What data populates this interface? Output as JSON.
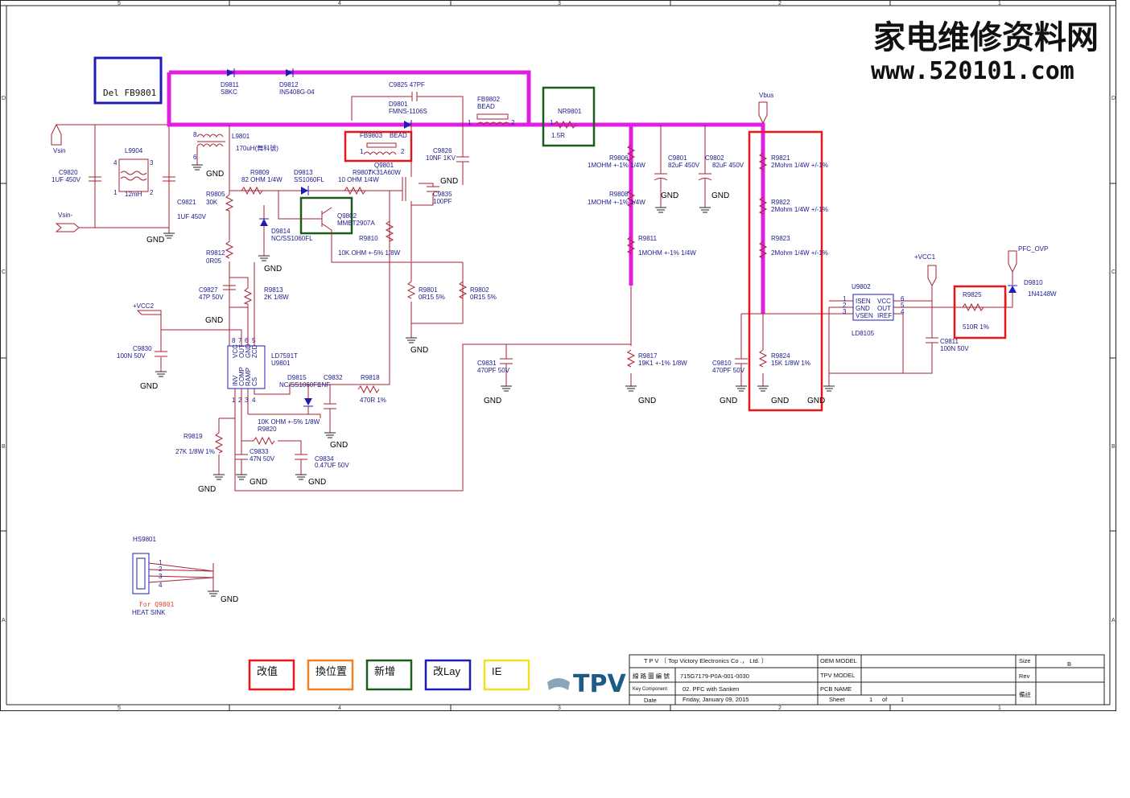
{
  "watermark": {
    "chinese": "家电维修资料网",
    "url": "www.520101.com"
  },
  "frame": {
    "top_columns": [
      "5",
      "4",
      "3",
      "2",
      "1"
    ],
    "side_rows": [
      "D",
      "C",
      "B",
      "A"
    ]
  },
  "annotation": {
    "removed_part": "Del FB9801",
    "heatsink_note": "For Q9801"
  },
  "components": {
    "D9811": {
      "ref": "D9811",
      "value": "S8KC"
    },
    "D9812": {
      "ref": "D9812",
      "value": "IN5408G-04"
    },
    "C9825": {
      "ref": "C9825 47PF"
    },
    "D9801": {
      "ref": "D9801",
      "value": "FMNS-1106S"
    },
    "FB9802": {
      "ref": "FB9802",
      "value": "BEAD"
    },
    "NR9801": {
      "ref": "NR9801",
      "value": "1.5R"
    },
    "FB9803": {
      "ref": "FB9803",
      "value": "BEAD"
    },
    "L9801": {
      "ref": "L9801",
      "value": "170uH(舞科號)"
    },
    "L9904": {
      "ref": "L9904",
      "value": "12mH"
    },
    "C9820": {
      "ref": "C9820",
      "value": "1UF 450V"
    },
    "C9821": {
      "ref": "C9821",
      "value": "1UF 450V"
    },
    "C9826": {
      "ref": "C9826",
      "value": "10NF 1KV"
    },
    "Q9801": {
      "ref": "Q9801",
      "value": "TK31A60W"
    },
    "R9807": {
      "ref": "R9807",
      "value": "10 OHM 1/4W"
    },
    "C9835": {
      "ref": "C9835",
      "value": "100PF"
    },
    "R9809": {
      "ref": "R9809",
      "value": "82 OHM 1/4W"
    },
    "D9813": {
      "ref": "D9813",
      "value": "SS1060FL"
    },
    "R9805": {
      "ref": "R9805",
      "value": "30K"
    },
    "Q9802": {
      "ref": "Q9802",
      "value": "MMBT2907A"
    },
    "D9814": {
      "ref": "D9814",
      "value": "NC/SS1060FL"
    },
    "R9810": {
      "ref": "R9810",
      "value": "10K OHM +-5% 1/8W"
    },
    "R9812": {
      "ref": "R9812",
      "value": "0R05"
    },
    "R9801": {
      "ref": "R9801",
      "value": "0R15 5%"
    },
    "R9802": {
      "ref": "R9802",
      "value": "0R15 5%"
    },
    "C9827": {
      "ref": "C9827",
      "value": "47P 50V"
    },
    "R9813": {
      "ref": "R9813",
      "value": "2K 1/8W"
    },
    "U9801": {
      "ref": "U9801",
      "value": "LD7591T"
    },
    "C9830": {
      "ref": "C9830",
      "value": "100N 50V"
    },
    "D9815": {
      "ref": "D9815",
      "value": "NC/SS1060FL"
    },
    "C9832": {
      "ref": "C9832",
      "value": "1NF"
    },
    "R9818": {
      "ref": "R9818",
      "value": "470R 1%"
    },
    "R9820": {
      "ref": "R9820",
      "value": "10K OHM +-5% 1/8W"
    },
    "R9819": {
      "ref": "R9819",
      "value": "27K 1/8W 1%"
    },
    "C9833": {
      "ref": "C9833",
      "value": "47N 50V"
    },
    "C9834": {
      "ref": "C9834",
      "value": "0.47UF 50V"
    },
    "R9806": {
      "ref": "R9806",
      "value": "1MOHM +-1% 1/4W"
    },
    "R9808": {
      "ref": "R9808",
      "value": "1MOHM +-1% 1/4W"
    },
    "R9811": {
      "ref": "R9811",
      "value": "1MOHM +-1% 1/4W"
    },
    "R9817": {
      "ref": "R9817",
      "value": "19K1 +-1% 1/8W"
    },
    "C9801": {
      "ref": "C9801",
      "value": "82uF 450V"
    },
    "C9802": {
      "ref": "C9802",
      "value": "82uF 450V"
    },
    "C9831": {
      "ref": "C9831",
      "value": "470PF 50V"
    },
    "C9810": {
      "ref": "C9810",
      "value": "470PF 50V"
    },
    "R9821": {
      "ref": "R9821",
      "value": "2Mohm 1/4W +/-1%"
    },
    "R9822": {
      "ref": "R9822",
      "value": "2Mohm 1/4W +/-1%"
    },
    "R9823": {
      "ref": "R9823",
      "value": "2Mohm 1/4W +/-1%"
    },
    "R9824": {
      "ref": "R9824",
      "value": "15K 1/8W 1%"
    },
    "U9802": {
      "ref": "U9802",
      "value": "LD8105"
    },
    "C9811": {
      "ref": "C9811",
      "value": "100N 50V"
    },
    "R9825": {
      "ref": "R9825",
      "value": "510R 1%"
    },
    "D9810": {
      "ref": "D9810",
      "value": "1N4148W"
    },
    "HS9801": {
      "ref": "HS9801",
      "value": "HEAT SINK"
    }
  },
  "pins": {
    "u9801_names": [
      "INV",
      "COMP",
      "RAMP",
      "CS",
      "VCC",
      "OUT",
      "GND",
      "ZCD"
    ],
    "u9801_numbers": [
      "1",
      "2",
      "3",
      "4",
      "5",
      "6",
      "7",
      "8"
    ],
    "u9802_left": [
      "ISEN",
      "GND",
      "VSEN"
    ],
    "u9802_right": [
      "VCC",
      "OUT",
      "IREF"
    ],
    "u9802_numbers": [
      "1",
      "2",
      "3",
      "4",
      "5",
      "6"
    ],
    "hs_numbers": [
      "1",
      "2",
      "3",
      "4"
    ],
    "coil_pins": [
      "1",
      "2",
      "3",
      "4",
      "6",
      "8"
    ]
  },
  "nets": {
    "vsin": "Vsin",
    "vsin_neg": "Vsin-",
    "vbus": "Vbus",
    "vcc2": "+VCC2",
    "vcc1": "+VCC1",
    "pfc_ovp": "PFC_OVP",
    "gnd": "GND"
  },
  "legend": [
    {
      "label": "改值",
      "color": "#e8161b"
    },
    {
      "label": "換位置",
      "color": "#f08020"
    },
    {
      "label": "新增",
      "color": "#1d5c1d"
    },
    {
      "label": "改Lay",
      "color": "#1d1db4"
    },
    {
      "label": "IE",
      "color": "#f0e020"
    }
  ],
  "highlight_colors": {
    "bus_trace": "#e020e0"
  },
  "title_block": {
    "company": "T P V （ Top    Victory    Electronics    Co .， Ltd. ）",
    "drawing_no_label": "線 路 圖 編 號",
    "drawing_no": "715G7179-P0A-001-0030",
    "key_component_label": "Key Component",
    "key_component": "02. PFC with Sanken",
    "date_label": "Date",
    "date": "Friday, January 09, 2015",
    "oem_model_label": "OEM MODEL",
    "tpv_model_label": "TPV MODEL",
    "pcb_name_label": "PCB NAME",
    "sheet_label": "Sheet",
    "sheet_no": "1",
    "of_label": "of",
    "sheet_total": "1",
    "size_label": "Size",
    "size": "B",
    "rev_label": "Rev",
    "remark_label": "備註",
    "logo": "TPV"
  }
}
